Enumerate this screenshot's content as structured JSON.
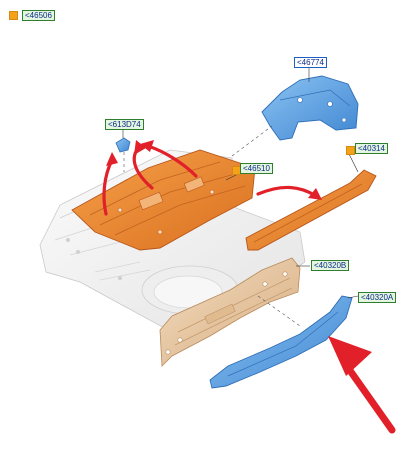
{
  "diagram": {
    "callouts": {
      "c46506": {
        "text": "<46506",
        "style": "green"
      },
      "c46774": {
        "text": "<46774",
        "style": "blue"
      },
      "c613D74": {
        "text": "<613D74",
        "style": "green"
      },
      "c46510": {
        "text": "<46510",
        "style": "green"
      },
      "c40314": {
        "text": "<40314",
        "style": "green"
      },
      "c40320B": {
        "text": "<40320B",
        "style": "green"
      },
      "c40320A": {
        "text": "<40320A",
        "style": "green"
      }
    },
    "colors": {
      "highlight_part": "#e8862e",
      "highlight_part_dark": "#b8561a",
      "blue_part": "#5aa2e6",
      "blue_part_dark": "#2f6fb6",
      "beige_part": "#e9c9a3",
      "grey_part": "#f2f2f2",
      "arrow_red": "#e2202a",
      "swatch_orange": "#f5a21b"
    },
    "icons": [
      "red-pointer-arrow-icon",
      "orange-legend-swatch-icon"
    ]
  }
}
